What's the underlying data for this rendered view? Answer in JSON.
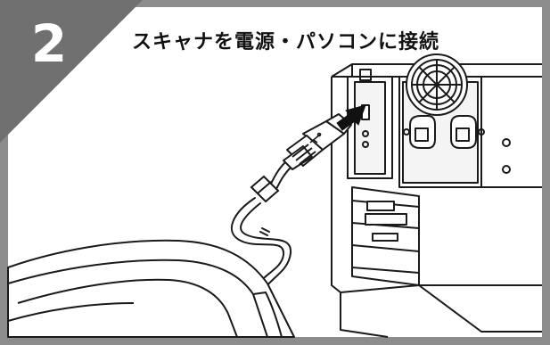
{
  "step": {
    "number": "2",
    "title": "スキャナを電源・パソコンに接続"
  },
  "colors": {
    "frame_gray": "#8c8c8c",
    "badge_dark": "#6e6e6e",
    "line": "#1a1a1a",
    "background": "#ffffff"
  },
  "illustration": {
    "subject": "USB cable connecting scanner to computer rear panel",
    "icons": [
      "arrow-icon",
      "usb-icon"
    ]
  }
}
